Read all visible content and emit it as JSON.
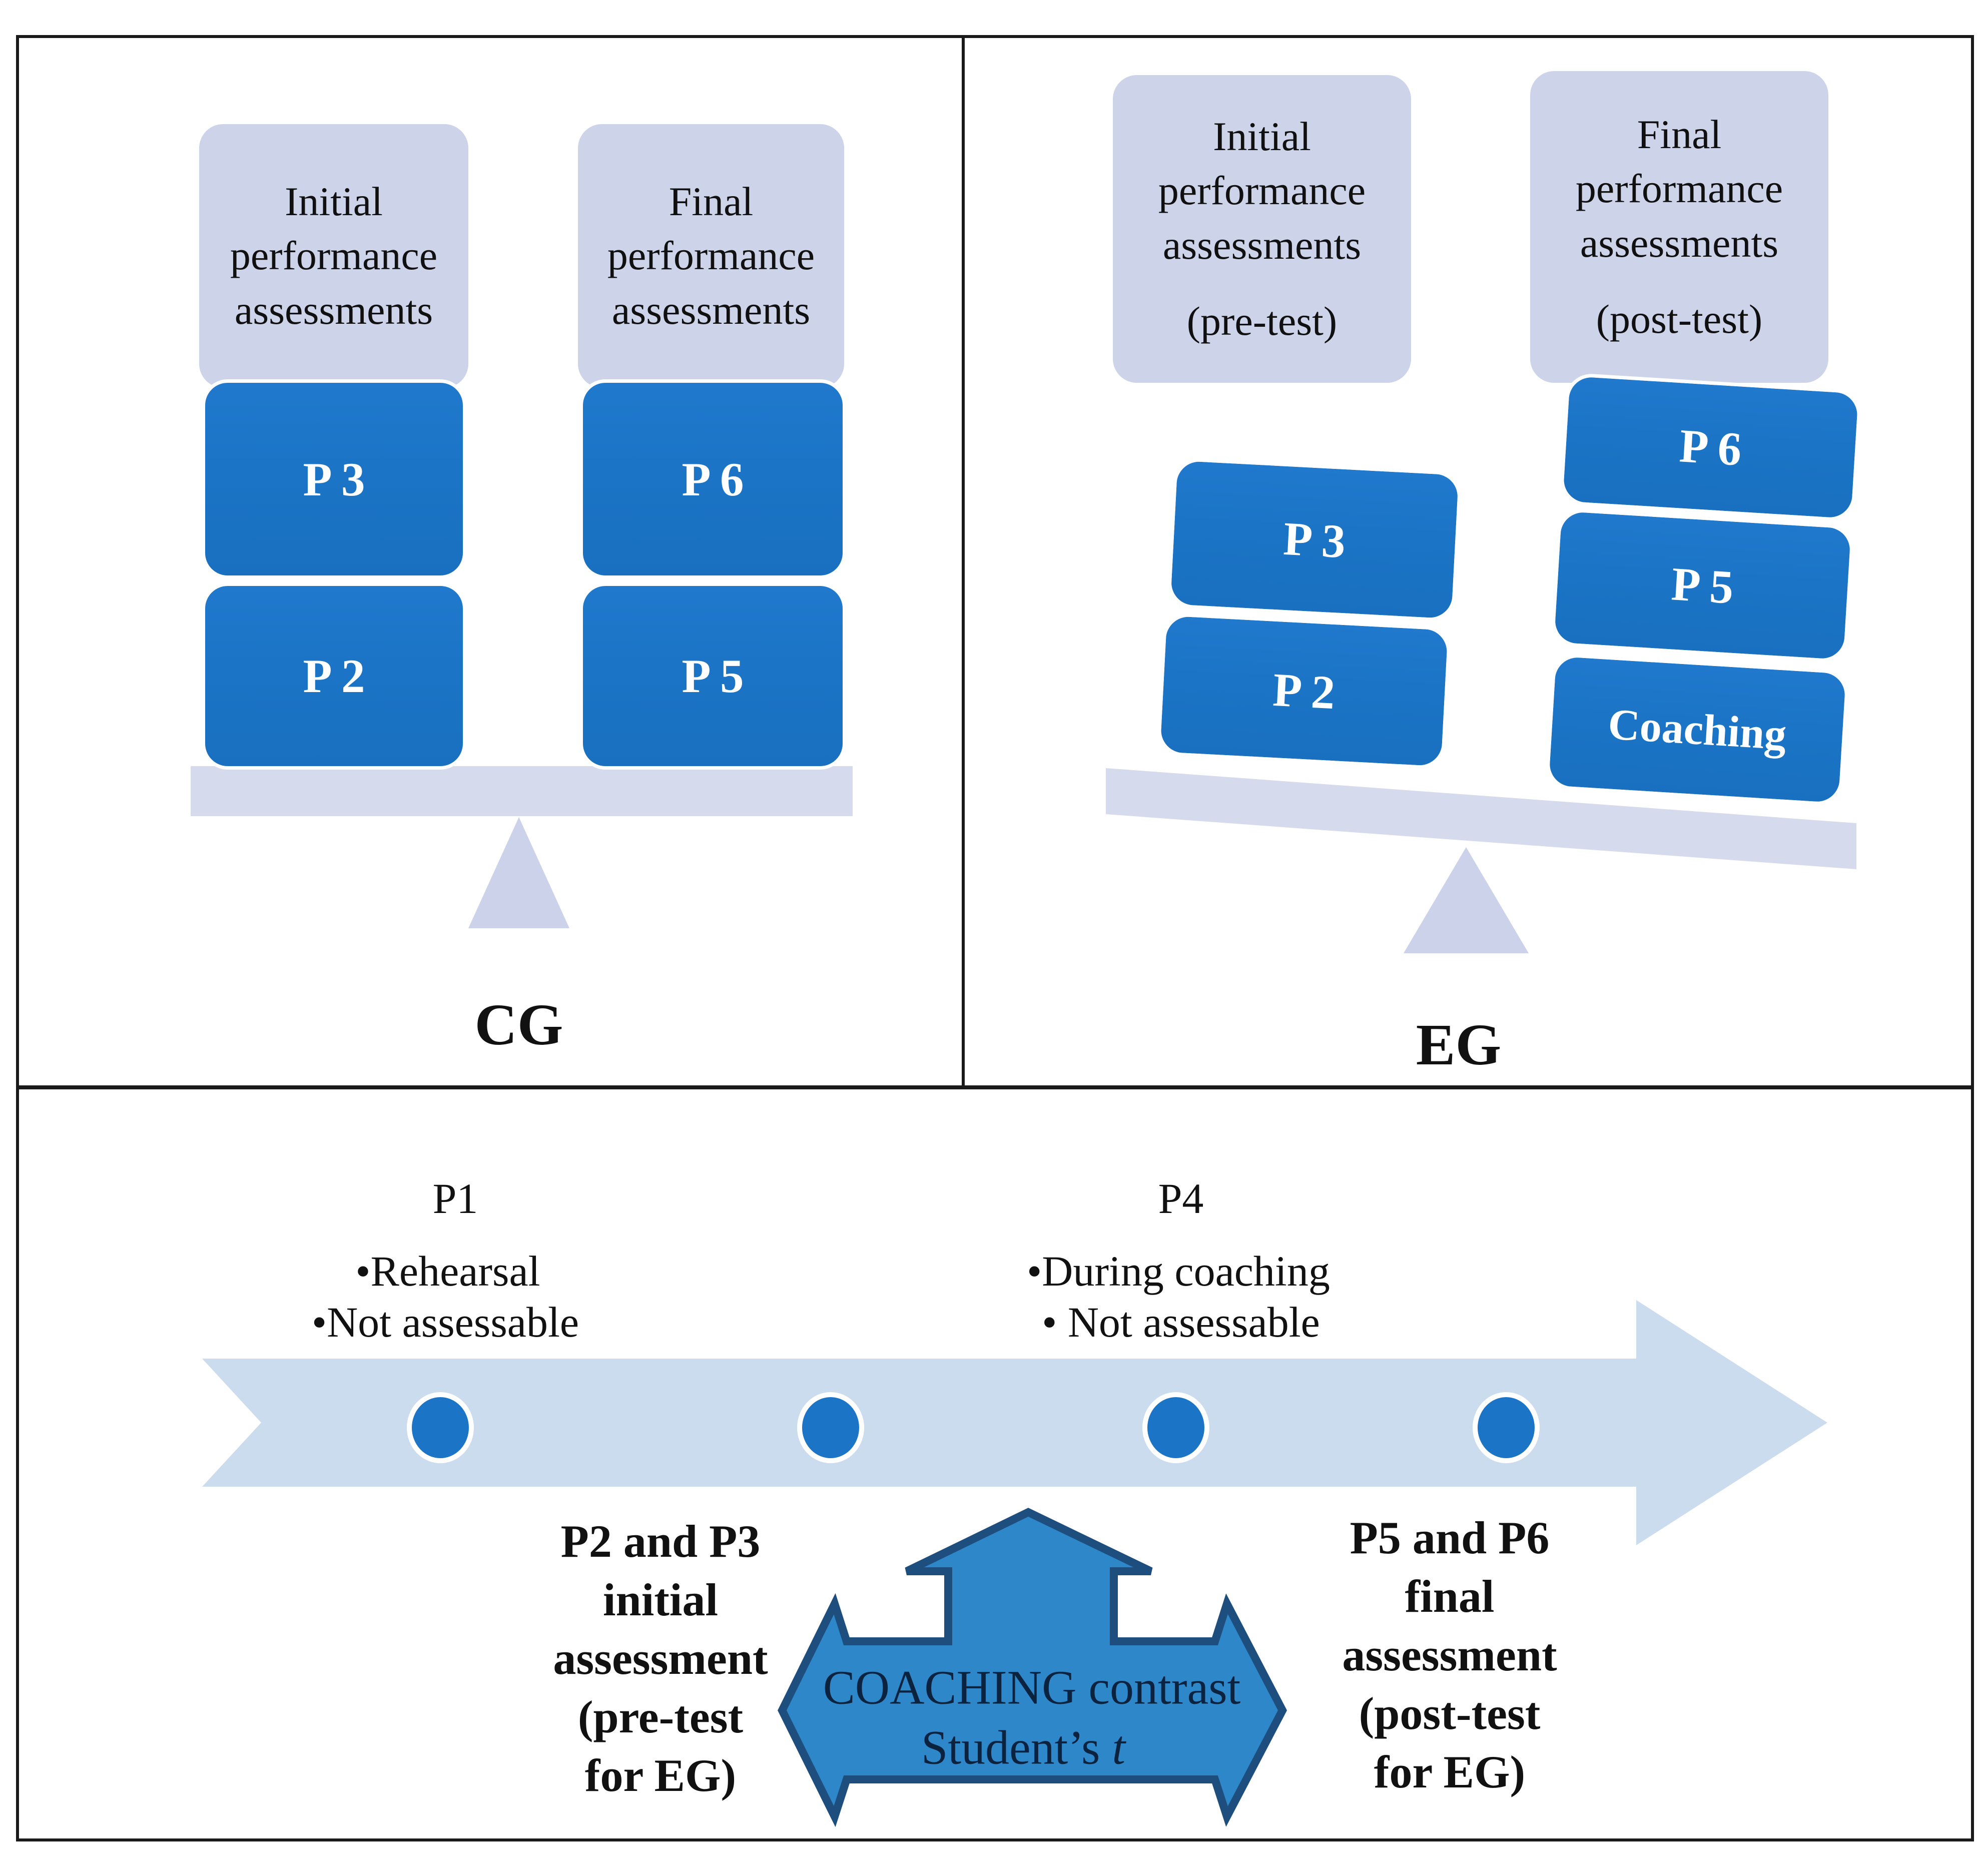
{
  "cg": {
    "label": "CG",
    "header_initial": [
      "Initial",
      "performance",
      "assessments"
    ],
    "header_final": [
      "Final",
      "performance",
      "assessments"
    ],
    "box_p3": "P 3",
    "box_p2": "P 2",
    "box_p6": "P 6",
    "box_p5": "P 5"
  },
  "eg": {
    "label": "EG",
    "header_initial": [
      "Initial",
      "performance",
      "assessments"
    ],
    "header_initial_sub": "(pre-test)",
    "header_final": [
      "Final",
      "performance",
      "assessments"
    ],
    "header_final_sub": "(post-test)",
    "box_p3": "P 3",
    "box_p2": "P 2",
    "box_p6": "P 6",
    "box_p5": "P 5",
    "box_coaching": "Coaching"
  },
  "timeline": {
    "p1_title": "P1",
    "p1_bullets": [
      "•Rehearsal",
      "•Not assessable"
    ],
    "p4_title": "P4",
    "p4_bullets": [
      "•During coaching",
      "• Not assessable"
    ],
    "left_label": [
      "P2 and P3",
      "initial",
      "assessment",
      "(pre-test",
      "for EG)"
    ],
    "right_label": [
      "P5 and P6",
      "final",
      "assessment",
      "(post-test",
      "for EG)"
    ],
    "arrow_line1": "COACHING contrast",
    "arrow_line2_prefix": "Student’s ",
    "arrow_line2_italic": "t"
  },
  "colors": {
    "box_blue": "#1B74C6",
    "header_lavender": "#CDD3E9",
    "beam_lavender": "#D5DAEC",
    "fulcrum_lavender": "#CBD2E9",
    "timeline_band": "#CBDCEE",
    "dot_blue": "#1B74C6",
    "coaching_arrow_fill": "#2E87C8",
    "coaching_arrow_border": "#1D4E7E",
    "panel_border": "#1A1A1A"
  }
}
